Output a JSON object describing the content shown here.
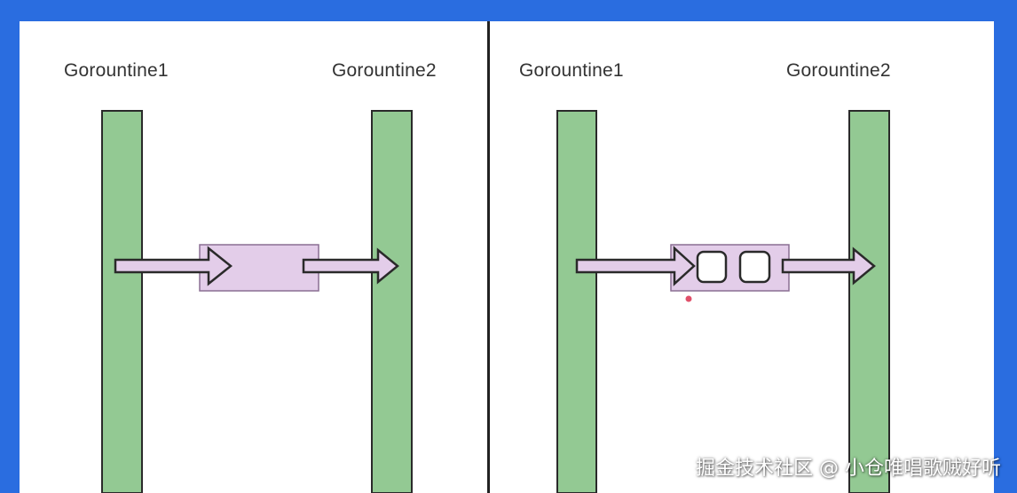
{
  "colors": {
    "frame": "#2a6de0",
    "canvas": "#ffffff",
    "goroutine_bar": "#93c993",
    "channel_box": "#e3cde9",
    "outline": "#2a2a2a",
    "dot": "#e0506a"
  },
  "left_panel": {
    "goroutine1_label": "Gorountine1",
    "goroutine2_label": "Gorountine2",
    "channel": "unbuffered"
  },
  "right_panel": {
    "goroutine1_label": "Gorountine1",
    "goroutine2_label": "Gorountine2",
    "channel": "buffered",
    "buffer_slots": 2
  },
  "watermark": "掘金技术社区 @ 小仓唯唱歌贼好听"
}
